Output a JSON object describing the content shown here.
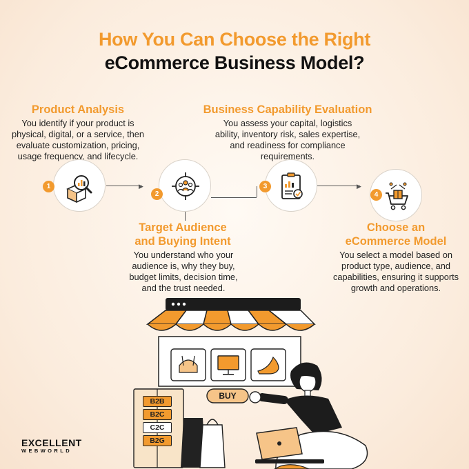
{
  "title": {
    "line1": "How You Can Choose the Right",
    "line2": "eCommerce Business Model?"
  },
  "steps": [
    {
      "number": "1",
      "title": "Product Analysis",
      "description": "You identify if your product is physical, digital, or a service, then evaluate customization, pricing, usage frequency, and lifecycle."
    },
    {
      "number": "2",
      "title": "Target Audience and Buying Intent",
      "description": "You understand who your audience is, why they buy, budget limits, decision time, and the trust needed."
    },
    {
      "number": "3",
      "title": "Business Capability Evaluation",
      "description": "You assess your capital, logistics ability, inventory risk, sales expertise, and readiness for compliance requirements."
    },
    {
      "number": "4",
      "title": "Choose an eCommerce Model",
      "description": "You select a model based on product type, audience, and capabilities, ensuring it supports growth and operations."
    }
  ],
  "illustration": {
    "buy_label": "BUY",
    "models": [
      "B2B",
      "B2C",
      "C2C",
      "B2G"
    ]
  },
  "logo": {
    "name": "EXCELLENT",
    "sub": "WEBWORLD"
  },
  "colors": {
    "accent": "#f29a2e",
    "text": "#1f1f1f"
  }
}
